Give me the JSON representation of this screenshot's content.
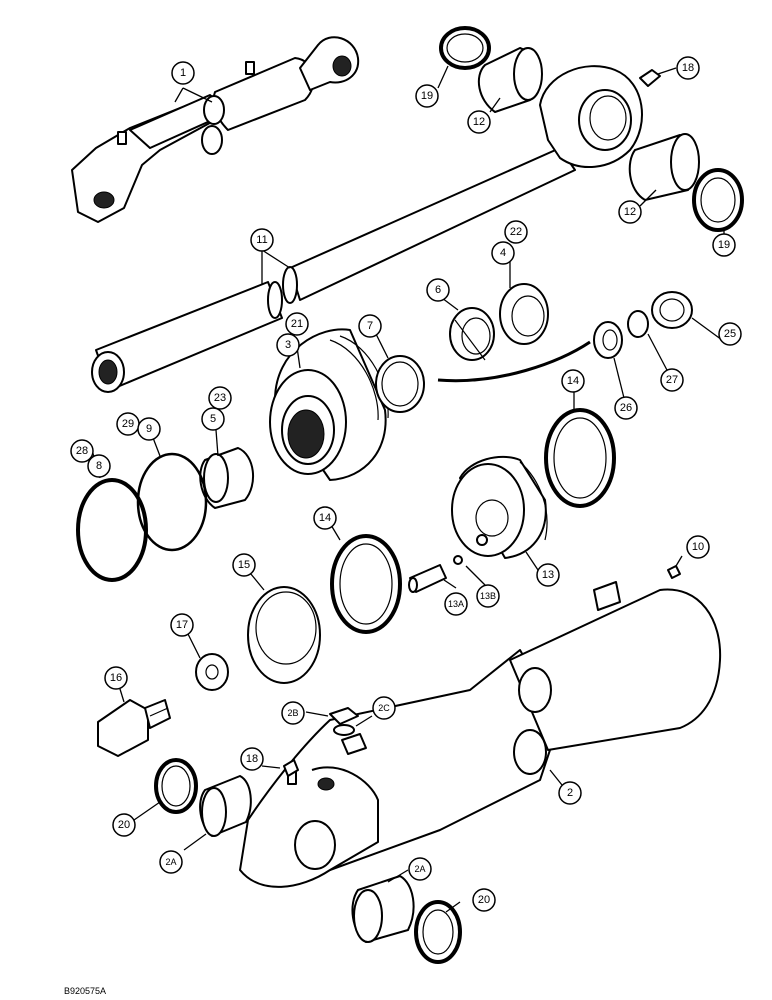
{
  "diagram": {
    "reference_code": "B920575A",
    "callouts": [
      {
        "id": "c1",
        "label": "1"
      },
      {
        "id": "c19a",
        "label": "19"
      },
      {
        "id": "c12a",
        "label": "12"
      },
      {
        "id": "c18a",
        "label": "18"
      },
      {
        "id": "c12b",
        "label": "12"
      },
      {
        "id": "c19b",
        "label": "19"
      },
      {
        "id": "c11",
        "label": "11"
      },
      {
        "id": "c22",
        "label": "22"
      },
      {
        "id": "c4",
        "label": "4"
      },
      {
        "id": "c6",
        "label": "6"
      },
      {
        "id": "c21",
        "label": "21"
      },
      {
        "id": "c3",
        "label": "3"
      },
      {
        "id": "c7",
        "label": "7"
      },
      {
        "id": "c25",
        "label": "25"
      },
      {
        "id": "c27",
        "label": "27"
      },
      {
        "id": "c26",
        "label": "26"
      },
      {
        "id": "c14a",
        "label": "14"
      },
      {
        "id": "c23",
        "label": "23"
      },
      {
        "id": "c5",
        "label": "5"
      },
      {
        "id": "c29",
        "label": "29"
      },
      {
        "id": "c9",
        "label": "9"
      },
      {
        "id": "c28",
        "label": "28"
      },
      {
        "id": "c8",
        "label": "8"
      },
      {
        "id": "c14b",
        "label": "14"
      },
      {
        "id": "c15",
        "label": "15"
      },
      {
        "id": "c13",
        "label": "13"
      },
      {
        "id": "c13a",
        "label": "13A"
      },
      {
        "id": "c13b",
        "label": "13B"
      },
      {
        "id": "c10",
        "label": "10"
      },
      {
        "id": "c17",
        "label": "17"
      },
      {
        "id": "c16",
        "label": "16"
      },
      {
        "id": "c2b",
        "label": "2B"
      },
      {
        "id": "c2c",
        "label": "2C"
      },
      {
        "id": "c18b",
        "label": "18"
      },
      {
        "id": "c2",
        "label": "2"
      },
      {
        "id": "c20a",
        "label": "20"
      },
      {
        "id": "c2aa",
        "label": "2A"
      },
      {
        "id": "c2ab",
        "label": "2A"
      },
      {
        "id": "c20b",
        "label": "20"
      }
    ]
  }
}
